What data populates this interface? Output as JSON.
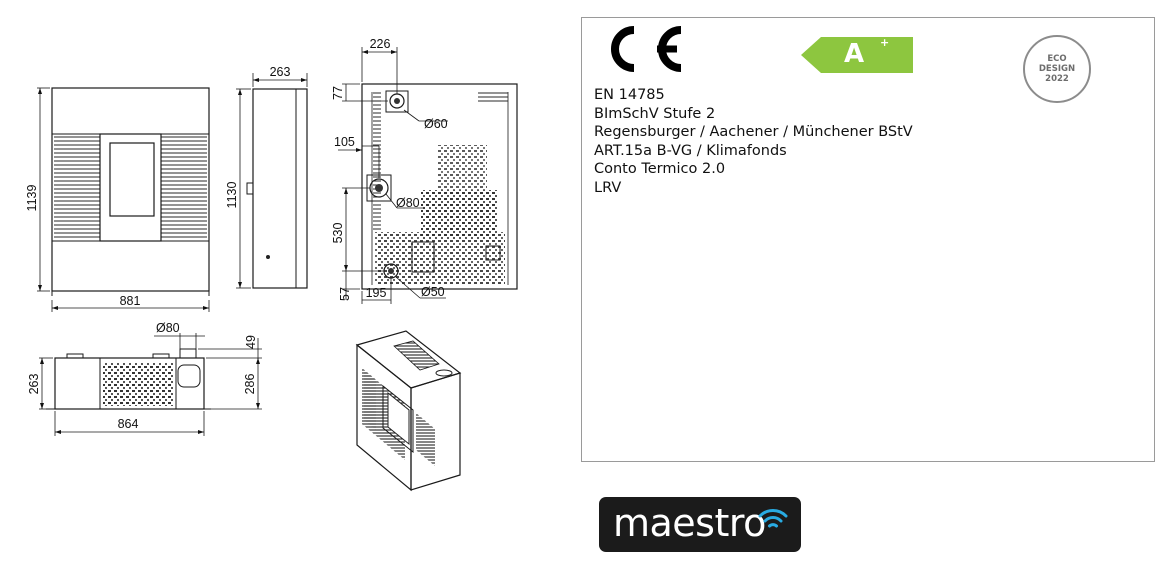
{
  "drawing": {
    "front_height": "1139",
    "front_width": "881",
    "side_height": "1130",
    "side_depth": "263",
    "back_outlet_offset": "226",
    "back_top_offset": "77",
    "back_side_offset": "105",
    "back_lower_height": "530",
    "back_bottom_offset": "57",
    "back_inlet_offset": "195",
    "outlet_diameter": "Ø60",
    "flue_diameter": "Ø80",
    "inlet_diameter": "Ø50",
    "top_flue_diameter": "Ø80",
    "top_flue_offset": "49",
    "top_depth_left": "263",
    "top_depth_right": "286",
    "top_width": "864"
  },
  "certification": {
    "ce_mark": "CE",
    "energy_class": "A",
    "energy_class_suffix": "+",
    "energy_color": "#8dc63f",
    "eco_design": {
      "line1": "ECO",
      "line2": "DESIGN",
      "line3": "2022"
    },
    "norms": [
      "EN 14785",
      "BImSchV Stufe 2",
      "Regensburger / Aachener / Münchener BStV",
      "ART.15a B-VG / Klimafonds",
      "Conto Termico 2.0",
      "LRV"
    ]
  },
  "brand": {
    "name": "maestro",
    "icon": "wifi-icon",
    "badge_color": "#1b1b1b"
  }
}
